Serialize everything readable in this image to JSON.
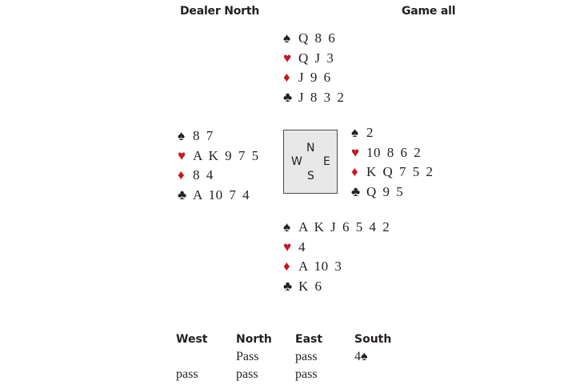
{
  "header": {
    "dealer": "Dealer North",
    "vulnerability": "Game all"
  },
  "suits": {
    "spades": "♠",
    "hearts": "♥",
    "diamonds": "♦",
    "clubs": "♣"
  },
  "colors": {
    "red_suit": "#c8171e",
    "black_suit": "#231f20",
    "compass_bg": "#e8e8e8"
  },
  "hands": {
    "north": {
      "spades": "Q 8 6",
      "hearts": "Q J 3",
      "diamonds": "J 9 6",
      "clubs": "J 8 3 2"
    },
    "west": {
      "spades": "8 7",
      "hearts": "A K 9 7 5",
      "diamonds": "8 4",
      "clubs": "A 10 7 4"
    },
    "east": {
      "spades": "2",
      "hearts": "10 8 6 2",
      "diamonds": "K Q 7 5 2",
      "clubs": "Q 9 5"
    },
    "south": {
      "spades": "A K J 6 5 4 2",
      "hearts": "4",
      "diamonds": "A 10 3",
      "clubs": "K 6"
    }
  },
  "compass": {
    "north": "N",
    "west": "W",
    "east": "E",
    "south": "S"
  },
  "bidding": {
    "headers": [
      "West",
      "North",
      "East",
      "South"
    ],
    "rows": [
      [
        "",
        "Pass",
        "pass",
        "4♠"
      ],
      [
        "pass",
        "pass",
        "pass",
        ""
      ]
    ]
  }
}
